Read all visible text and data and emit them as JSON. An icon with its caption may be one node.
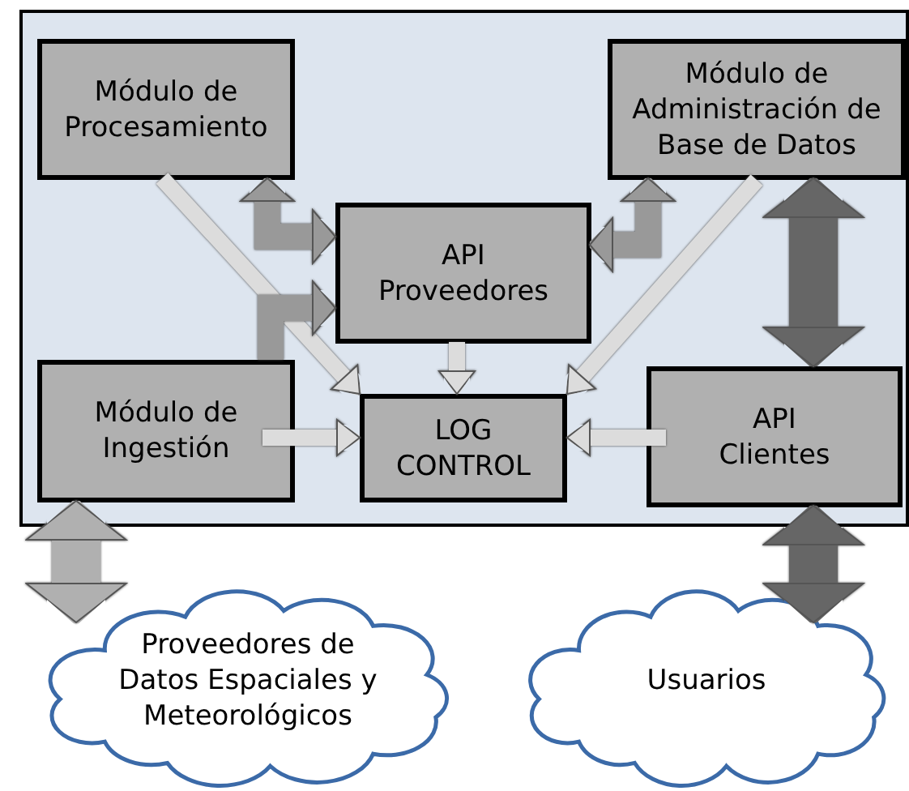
{
  "diagram": {
    "nodes": [
      {
        "text": [],
        "shape": "box"
      },
      {
        "text": [
          "Módulo de Procesamiento"
        ],
        "in": 0
      },
      {
        "text": [
          "Módulo de Administración de Base de Datos"
        ],
        "in": 0
      },
      {
        "text": [
          "API Proveedores"
        ],
        "in": 0
      },
      {
        "text": [
          "Módulo de Ingestión"
        ],
        "in": 0
      },
      {
        "text": [
          "LOG CONTROL"
        ],
        "in": 0
      },
      {
        "text": [
          "API Clientes"
        ],
        "in": 0
      },
      {
        "text": [
          "Proveedores de Datos Espaciales y Meteorológicos"
        ]
      },
      {
        "text": [
          "Usuarios"
        ]
      }
    ],
    "edges": [
      {
        "from": 1,
        "to": 5,
        "arrow": "to"
      },
      {
        "from": 1,
        "to": 3,
        "arrow": "both",
        "color": "#999999"
      },
      {
        "from": 2,
        "to": 3,
        "arrow": "both",
        "color": "#999999"
      },
      {
        "from": 2,
        "to": 5,
        "arrow": "to"
      },
      {
        "from": 2,
        "to": 6,
        "arrow": "both",
        "style": "thick",
        "color": "#666666"
      },
      {
        "from": 4,
        "to": 3,
        "arrow": "to",
        "color": "#999999"
      },
      {
        "from": 3,
        "to": 5,
        "arrow": "to"
      },
      {
        "from": 4,
        "to": 5,
        "arrow": "to"
      },
      {
        "from": 6,
        "to": 5,
        "arrow": "to"
      },
      {
        "from": 4,
        "to": 7,
        "arrow": "both",
        "style": "thick",
        "color": "#b0b0b0"
      },
      {
        "from": 6,
        "to": 8,
        "arrow": "both",
        "style": "thick",
        "color": "#666666"
      }
    ]
  }
}
